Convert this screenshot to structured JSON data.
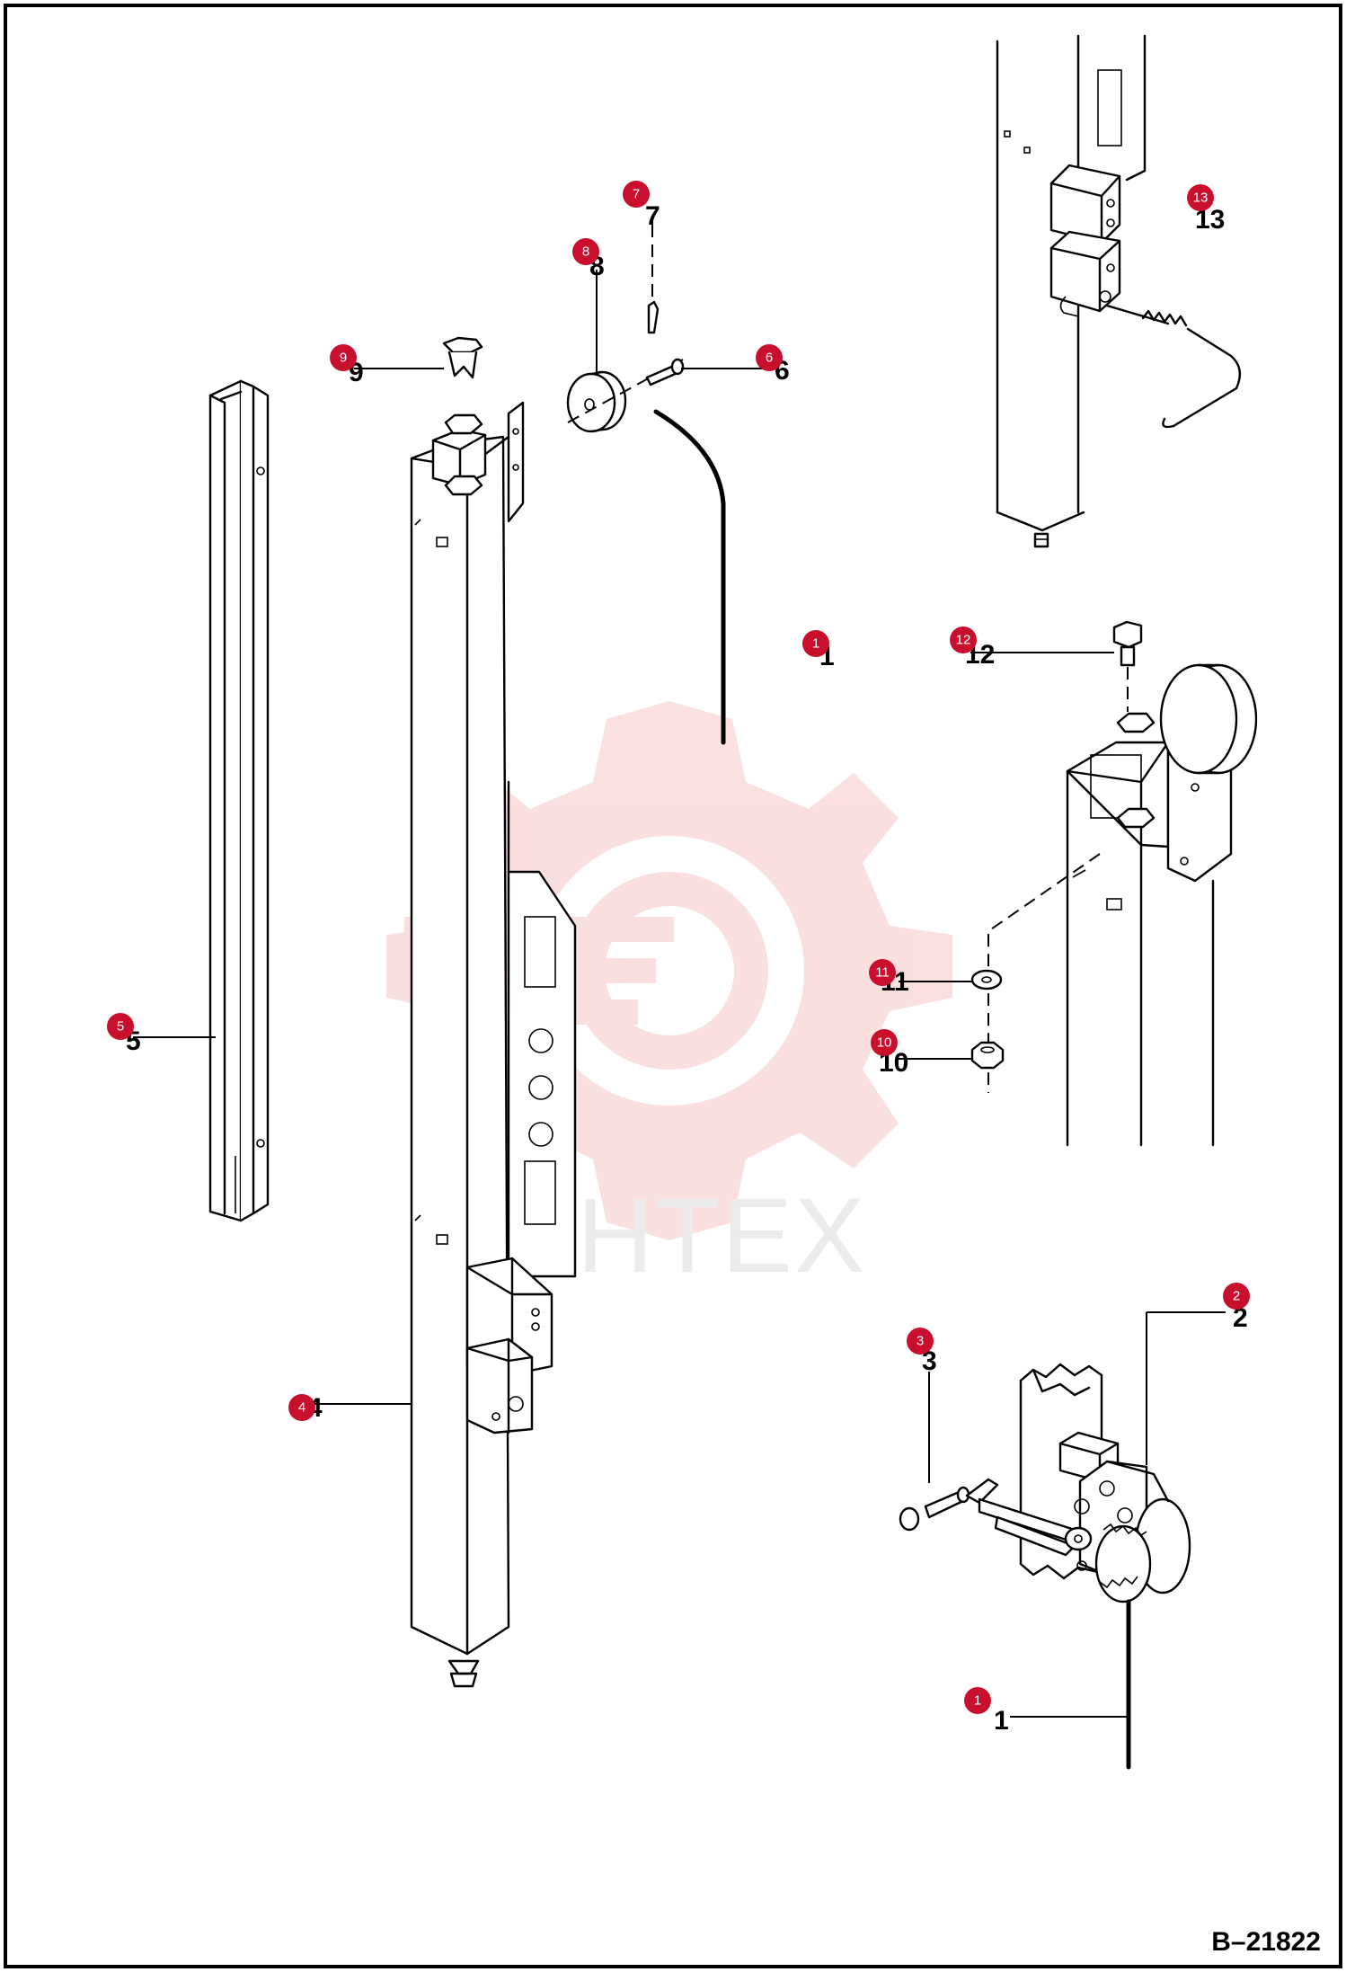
{
  "drawing": {
    "reference": "B–21822",
    "watermark_text": "ИНТЕХ"
  },
  "callouts": [
    {
      "number": "1",
      "marker": "1"
    },
    {
      "number": "1",
      "marker": "1"
    },
    {
      "number": "2",
      "marker": "2"
    },
    {
      "number": "3",
      "marker": "3"
    },
    {
      "number": "4",
      "marker": "4"
    },
    {
      "number": "5",
      "marker": "5"
    },
    {
      "number": "6",
      "marker": "6"
    },
    {
      "number": "7",
      "marker": "7"
    },
    {
      "number": "8",
      "marker": "8"
    },
    {
      "number": "9",
      "marker": "9"
    },
    {
      "number": "10",
      "marker": "10"
    },
    {
      "number": "11",
      "marker": "11"
    },
    {
      "number": "12",
      "marker": "12"
    },
    {
      "number": "13",
      "marker": "13"
    }
  ],
  "colors": {
    "marker": "#c8102e",
    "line": "#000000",
    "watermark": "#f4b8b8"
  }
}
